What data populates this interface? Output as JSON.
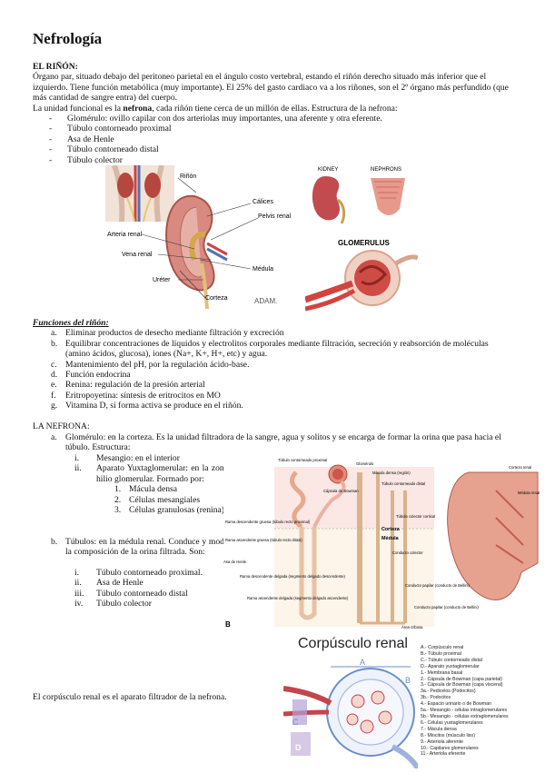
{
  "title": "Nefrología",
  "rinon": {
    "heading": "EL RIÑÓN:",
    "p1": "Órgano par, situado debajo del peritoneo parietal en el ángulo costo vertebral, estando el riñón derecho situado más inferior que el izquierdo. Tiene función metabólica (muy importante). El 25% del gasto cardiaco va a los riñones, son el 2º órgano más perfundido (que más cantidad de sangre entra) del cuerpo.",
    "p2_pre": "La unidad funcional es la ",
    "p2_bold": "nefrona",
    "p2_post": ", cada riñón tiene cerca de un millón de ellas. Estructura de la nefrona:",
    "items": [
      "Glomérulo: ovillo capilar con dos arteriolas muy importantes, una aferente y otra eferente.",
      "Túbulo contorneado proximal",
      "Asa de Henle",
      "Túbulo contorneado distal",
      "Túbulo colector"
    ]
  },
  "fig1": {
    "labels": [
      "Riñón",
      "Cálices",
      "Pelvis renal",
      "Arteria renal",
      "Vena renal",
      "Médula",
      "Uréter",
      "Corteza",
      "ADAM."
    ]
  },
  "fig2": {
    "labels": [
      "KIDNEY",
      "NEPHRONS",
      "GLOMERULUS"
    ]
  },
  "funciones": {
    "heading": "Funciones del riñón:",
    "items": [
      {
        "m": "a.",
        "t": "Eliminar productos de desecho mediante filtración y excreción"
      },
      {
        "m": "b.",
        "t": "Equilibrar concentraciones de líquidos y electrolitos corporales mediante filtración, secreción y reabsorción de moléculas (amino ácidos, glucosa), iones (Na+, K+, H+, etc) y agua."
      },
      {
        "m": "c.",
        "t": "Mantenimiento del pH, por la regulación ácido-base."
      },
      {
        "m": "d.",
        "t": "Función endocrina"
      },
      {
        "m": "e.",
        "t": "Renina: regulación de la presión arterial"
      },
      {
        "m": "f.",
        "t": "Eritropoyetina: síntesis de eritrocitos en MO"
      },
      {
        "m": "g.",
        "t": "Vitamina D, si forma activa se produce en el riñón."
      }
    ]
  },
  "nefrona": {
    "heading": "LA NEFRONA:",
    "a_marker": "a.",
    "a_text": "Glomérulo: en la corteza. Es la unidad filtradora de la sangre, agua y solitos y se  encarga de formar la orina que pasa hacia el túbulo. Estructura:",
    "a_sub": [
      {
        "m": "i.",
        "t": "Mesangio: en el interior"
      },
      {
        "m": "ii.",
        "t": "Aparato Yuxtaglomerular: en la zona del hilio glomerular. Formado por:"
      }
    ],
    "a_sub2": [
      {
        "m": "1.",
        "t": "Mácula densa"
      },
      {
        "m": "2.",
        "t": "Células mesangiales"
      },
      {
        "m": "3.",
        "t": "Células granulosas (renina)"
      }
    ],
    "b_marker": "b.",
    "b_text": "Túbulos: en la médula renal. Conduce y modifica la composición de la orina filtrada. Son:",
    "b_sub": [
      {
        "m": "i.",
        "t": "Túbulo contorneado proximal."
      },
      {
        "m": "ii.",
        "t": "Asa de Henle"
      },
      {
        "m": "iii.",
        "t": "Túbulo contorneado distal"
      },
      {
        "m": "iv.",
        "t": "Túbulo colector"
      }
    ]
  },
  "fig3": {
    "labels": [
      "Túbulo contorneado proximal",
      "Glomérulo",
      "Mácula densa (región)",
      "Túbulo contorneado distal",
      "Corteza",
      "Médula",
      "Corteza renal",
      "Médula renal",
      "Rama descendente gruesa (túbulo recto proximal)",
      "Rama ascendente gruesa (túbulo recto distal)",
      "Túbulo colector cortical",
      "Asa de Henle",
      "Rama descendente delgada (segmento delgado descendente)",
      "Conducto colector",
      "Rama ascendente delgada (segmento delgado ascendente)",
      "Conducto papilar (conducto de Bellini)",
      "Conducto papilar (conducto de Bellini)",
      "Área cribosa",
      "Cápsula de Bowman",
      "B"
    ]
  },
  "corpusculo": {
    "title": "Corpúsculo renal",
    "legend": [
      "A.- Corpúsculo renal",
      "B.- Túbulo proximal",
      "C.- Túbulo contorneado distal",
      "D.- Aparato yuxtaglomerular",
      "1.- Membrana basal",
      "2.- Cápsula de Bowman (capa parietal)",
      "3.- Cápsula de Bowman (capa visceral)",
      "3a.- Pedicelos (Podocitos)",
      "3b.- Podocitos",
      "4.- Espacio urinario o de Bowman",
      "5a.- Mesangio - células intraglomerulares",
      "5b.- Mesangio - células extraglomerulares",
      "6.- Células yuxtaglomerulares",
      "7.- Mácula densa",
      "8.- Miocitos (músculo liso)",
      "9.- Arteriola aferente",
      "10.- Capilares glomerulares",
      "11.- Arteriola eferente"
    ],
    "fig_letters": [
      "A",
      "B",
      "C",
      "D"
    ]
  },
  "final_text": "El corpúsculo renal es el aparato filtrador de la nefrona.",
  "colors": {
    "accent_red": "#c4454a",
    "kidney_pink": "#d98a80",
    "blue": "#6a8fc9"
  }
}
